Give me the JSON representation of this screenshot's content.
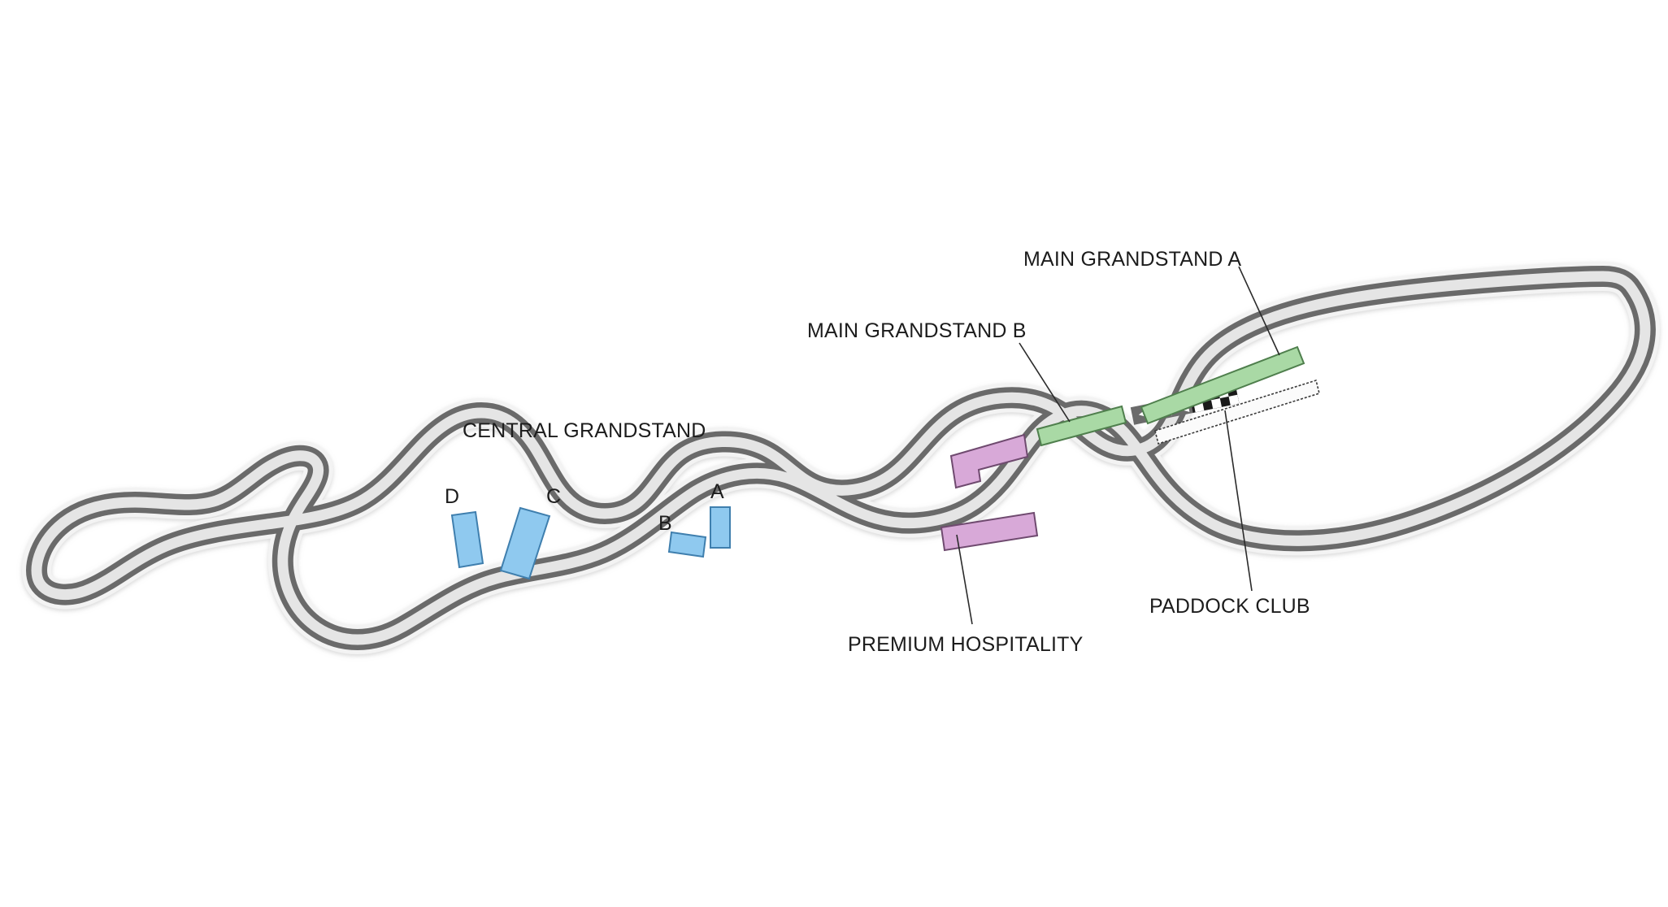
{
  "map": {
    "type": "race-circuit-seating-map",
    "background_color": "#ffffff"
  },
  "colors": {
    "track_stroke": "#6b6b6b",
    "track_fill": "#e5e5e5",
    "track_halo": "#f5f5f5",
    "grandstand_green_fill": "#a9d9a5",
    "grandstand_green_stroke": "#4f7f4d",
    "grandstand_blue_fill": "#8fc9ef",
    "grandstand_blue_stroke": "#3f7fae",
    "hospitality_purple_fill": "#d8a9d8",
    "hospitality_purple_stroke": "#6f4a6f",
    "paddock_fill": "#fbfbfb",
    "paddock_stroke": "#3a3a3a",
    "label_text": "#1c1c1c",
    "leader_line": "#2b2b2b",
    "checker_dark": "#1a1a1a",
    "checker_light": "#ffffff",
    "direction_band": "#6b6b6b",
    "arrow_fill": "#ffffff"
  },
  "labels": {
    "main_grandstand_a": "MAIN GRANDSTAND A",
    "main_grandstand_b": "MAIN GRANDSTAND B",
    "central_grandstand": "CENTRAL GRANDSTAND",
    "paddock_club": "PADDOCK CLUB",
    "premium_hospitality": "PREMIUM HOSPITALITY"
  },
  "central_grandstand_sections": [
    {
      "id": "d",
      "label": "D"
    },
    {
      "id": "c",
      "label": "C"
    },
    {
      "id": "b",
      "label": "B"
    },
    {
      "id": "a",
      "label": "A"
    }
  ],
  "features": {
    "start_finish_line": "checkered-start-finish",
    "direction_arrows": "three-left-pointing-arrows",
    "direction_of_travel": "counter-clockwise"
  }
}
